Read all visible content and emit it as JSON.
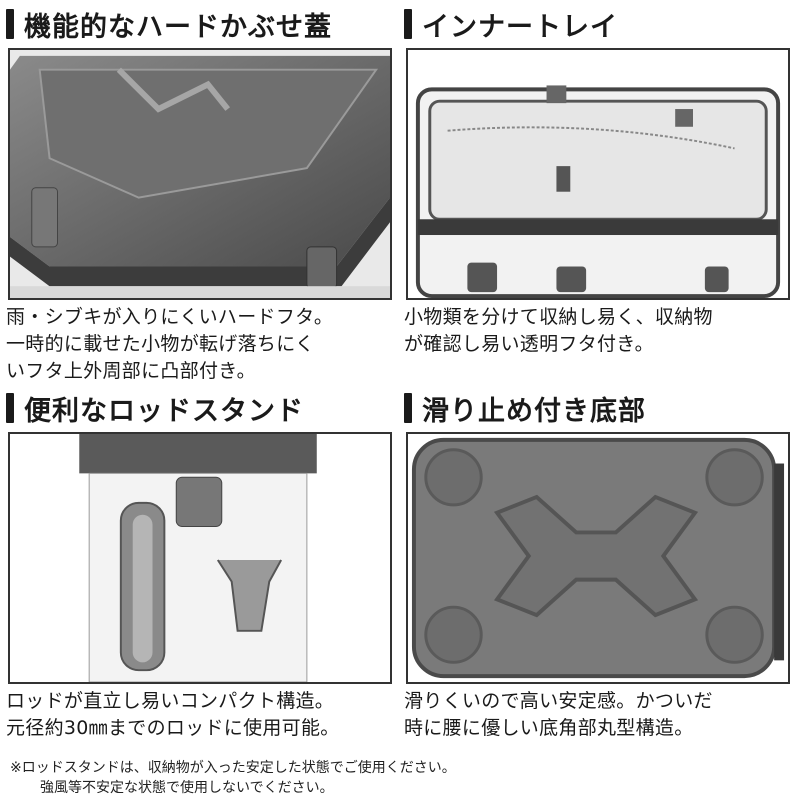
{
  "panels": [
    {
      "title": "機能的なハードかぶせ蓋",
      "caption": [
        "雨・シブキが入りにくいハードフタ。",
        "一時的に載せた小物が転げ落ちにく",
        "いフタ上外周部に凸部付き。"
      ]
    },
    {
      "title": "インナートレイ",
      "caption": [
        "小物類を分けて収納し易く、収納物",
        "が確認し易い透明フタ付き。"
      ]
    },
    {
      "title": "便利なロッドスタンド",
      "caption": [
        "ロッドが直立し易いコンパクト構造。",
        "元径約30㎜までのロッドに使用可能。"
      ]
    },
    {
      "title": "滑り止め付き底部",
      "caption": [
        "滑りくいので高い安定感。かついだ",
        "時に腰に優しい底角部丸型構造。"
      ]
    }
  ],
  "footnote": [
    "※ロッドスタンドは、収納物が入った安定した状態でご使用ください。",
    "強風等不安定な状態で使用しないでください。"
  ]
}
